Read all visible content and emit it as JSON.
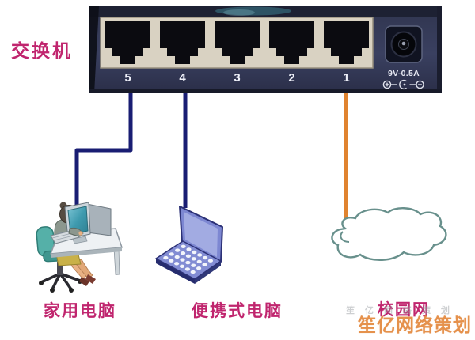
{
  "switch": {
    "label": "交换机",
    "port_labels": [
      "5",
      "4",
      "3",
      "2",
      "1"
    ],
    "power_label": "9V-0.5A"
  },
  "devices": [
    {
      "label": "家用电脑",
      "connected_port": "5",
      "cable_color": "#191d73"
    },
    {
      "label": "便携式电脑",
      "connected_port": "4",
      "cable_color": "#191d73"
    },
    {
      "label": "校园网",
      "connected_port": "1",
      "cable_color": "#e0832f"
    }
  ],
  "watermark": {
    "text": "笙亿网络策划"
  },
  "colors": {
    "label_magenta": "#c0256e",
    "switch_body": "#343a58",
    "faceplate": "#d9d2c2",
    "cable_navy": "#191d73",
    "cable_orange": "#e0832f",
    "cloud_outline": "#68908c",
    "watermark_orange": "#e3883c"
  }
}
